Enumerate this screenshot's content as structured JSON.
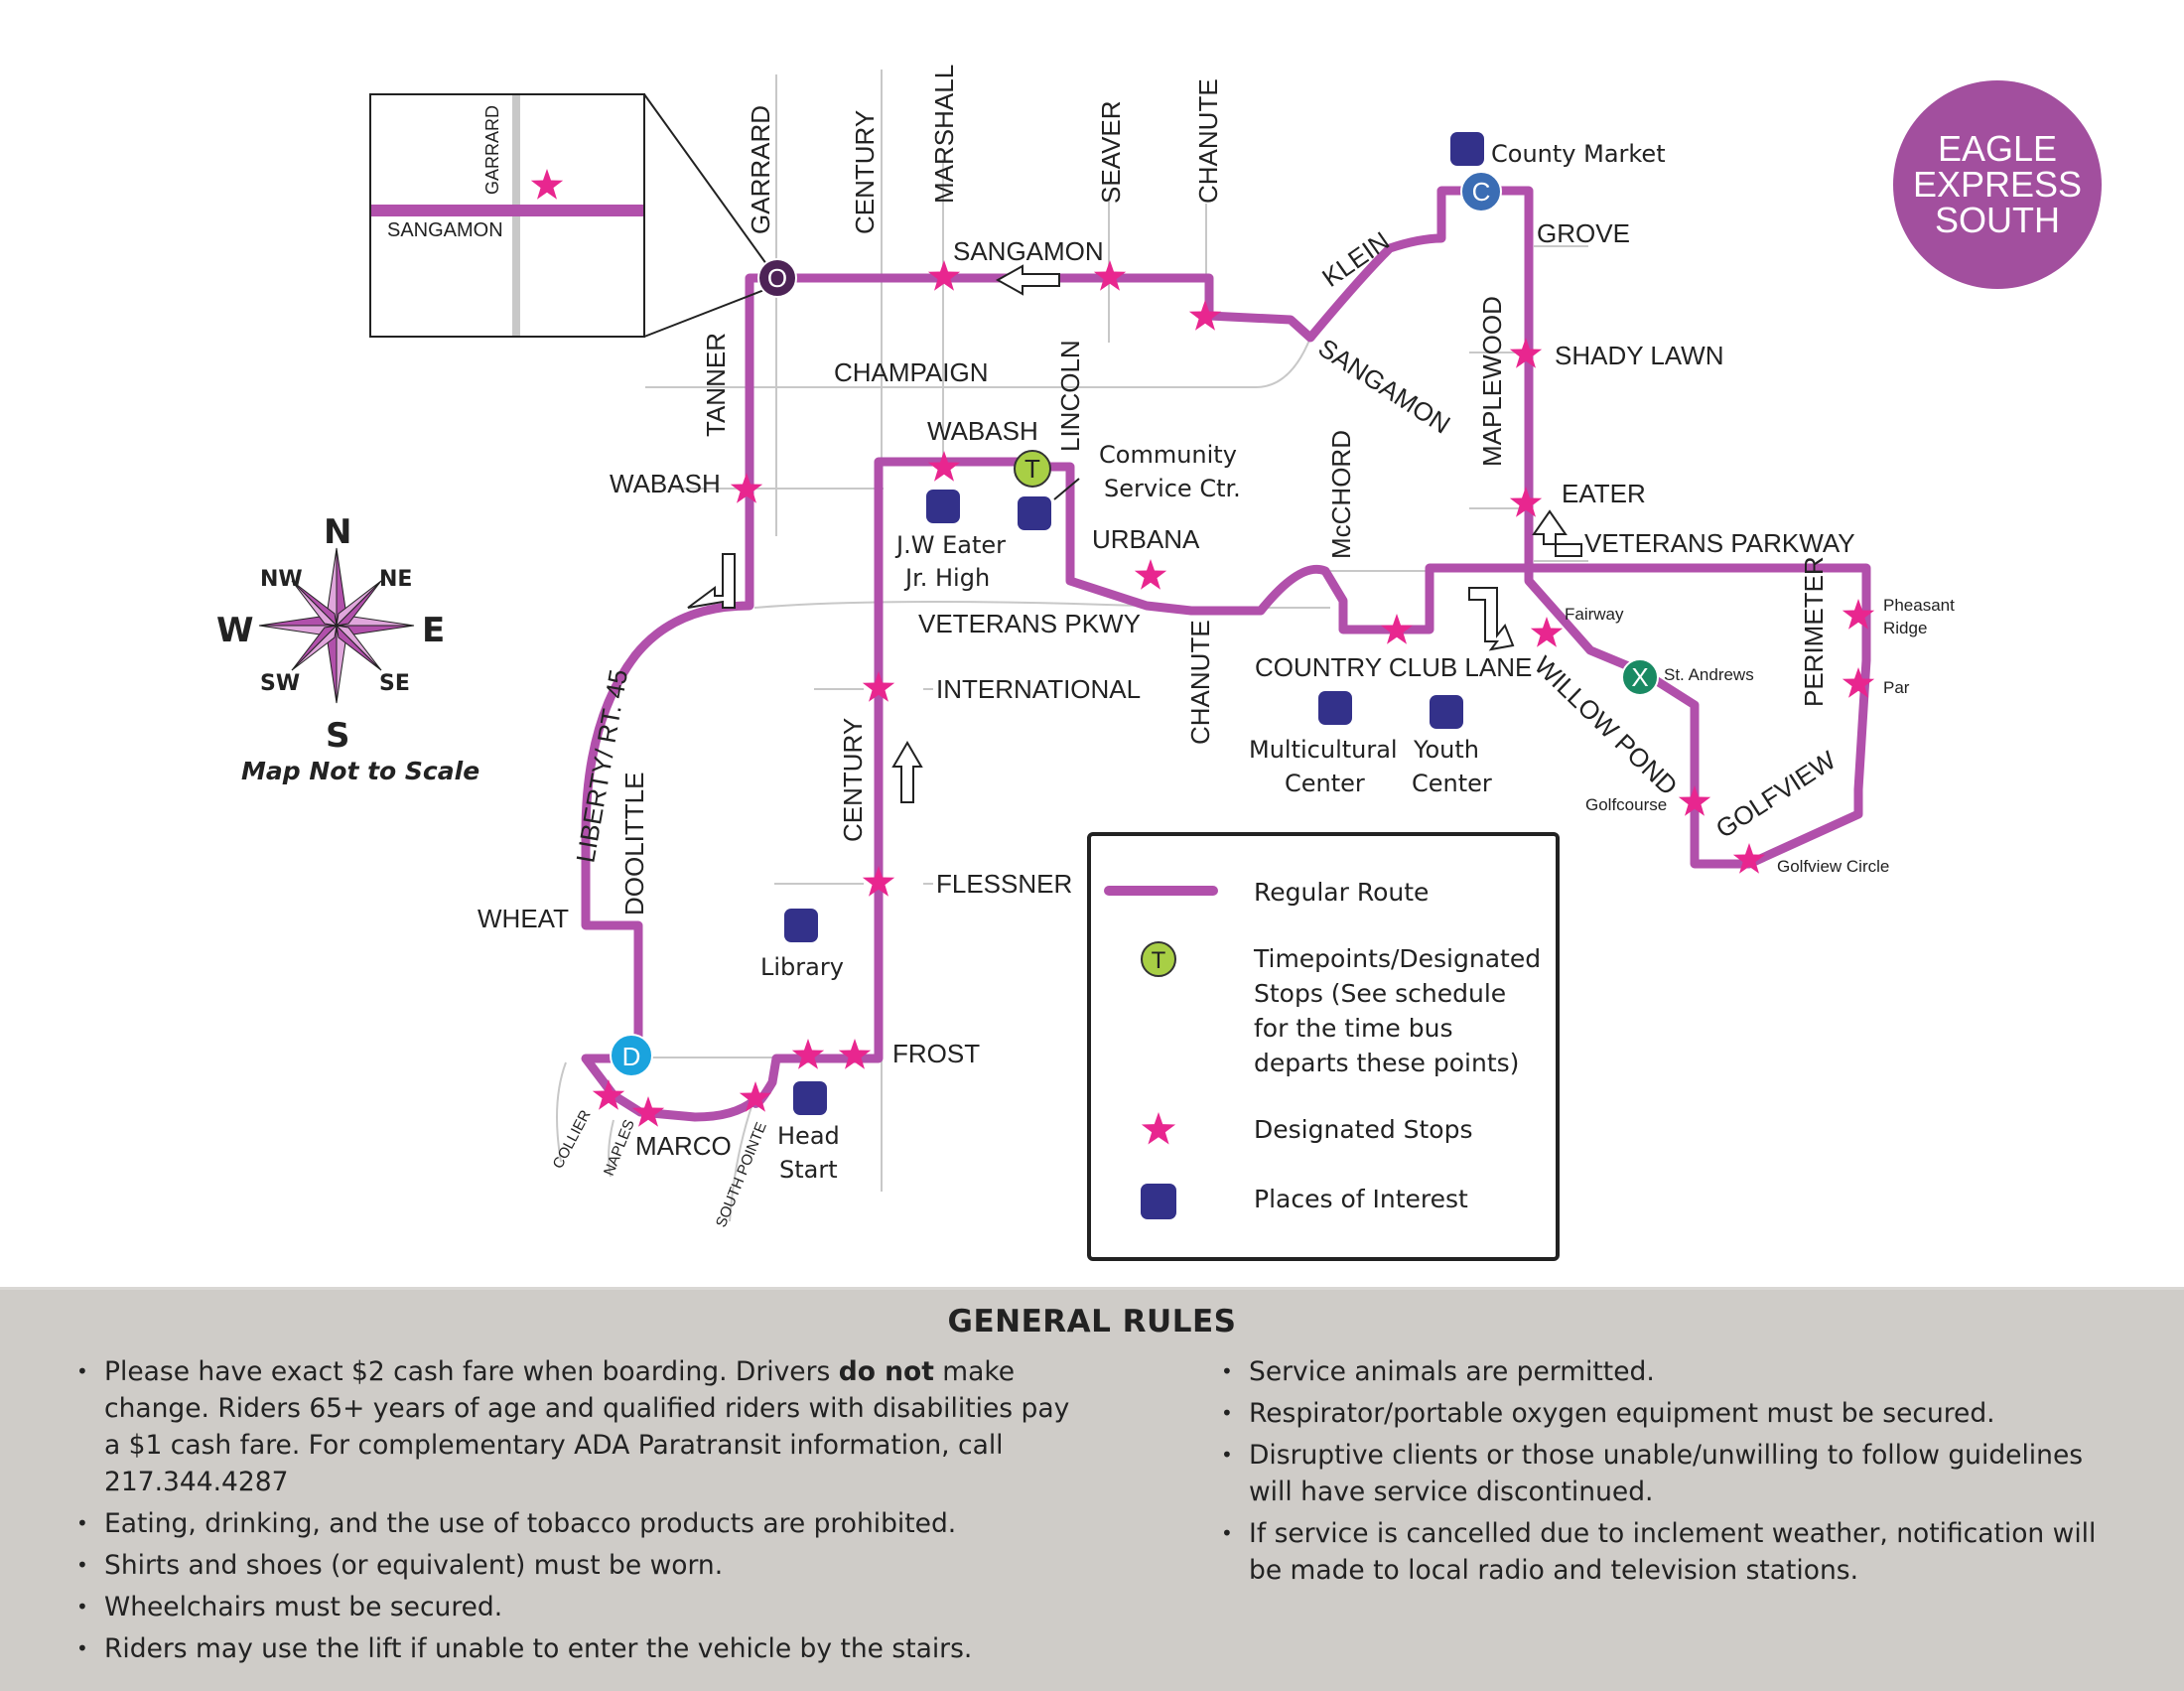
{
  "badge": {
    "line1": "EAGLE",
    "line2": "EXPRESS",
    "line3": "SOUTH",
    "color": "#a24f9e"
  },
  "compass": {
    "n": "N",
    "s": "S",
    "e": "E",
    "w": "W",
    "nw": "NW",
    "ne": "NE",
    "sw": "SW",
    "se": "SE",
    "note": "Map Not to Scale"
  },
  "inset": {
    "garrard": "GARRARD",
    "sangamon": "SANGAMON"
  },
  "streets": {
    "garrard": "GARRARD",
    "century_top": "CENTURY",
    "marshall": "MARSHALL",
    "seaver": "SEAVER",
    "chanute_top": "CHANUTE",
    "sangamon_top": "SANGAMON",
    "klein": "KLEIN",
    "grove": "GROVE",
    "sangamon_diag": "SANGAMON",
    "champaign": "CHAMPAIGN",
    "tanner": "TANNER",
    "wabash_w": "WABASH",
    "wabash_c": "WABASH",
    "lincoln": "LINCOLN",
    "maplewood": "MAPLEWOOD",
    "shady_lawn": "SHADY LAWN",
    "eater": "EATER",
    "veterans_parkway": "VETERANS PARKWAY",
    "urbana": "URBANA",
    "mcchord": "McCHORD",
    "veterans_pkwy": "VETERANS PKWY",
    "international": "INTERNATIONAL",
    "chanute_mid": "CHANUTE",
    "country_club": "COUNTRY CLUB LANE",
    "willow_pond": "WILLOW POND",
    "perimeter": "PERIMETER",
    "golfview": "GOLFVIEW",
    "liberty": "LIBERTY/ RT. 45",
    "doolittle": "DOOLITTLE",
    "century_mid": "CENTURY",
    "flessner": "FLESSNER",
    "wheat": "WHEAT",
    "frost": "FROST",
    "marco": "MARCO",
    "collier": "COLLIER",
    "naples": "NAPLES",
    "south_pointe": "SOUTH POINTE"
  },
  "stop_labels": {
    "fairway": "Fairway",
    "st_andrews": "St. Andrews",
    "pheasant_1": "Pheasant",
    "pheasant_2": "Ridge",
    "par": "Par",
    "golfcourse": "Golfcourse",
    "golfview_circle": "Golfview Circle"
  },
  "places": {
    "county_market": "County Market",
    "community_1": "Community",
    "community_2": "Service Ctr.",
    "jw_1": "J.W Eater",
    "jw_2": "Jr. High",
    "multicultural_1": "Multicultural",
    "multicultural_2": "Center",
    "youth_1": "Youth",
    "youth_2": "Center",
    "library": "Library",
    "head_1": "Head",
    "head_2": "Start"
  },
  "timepoints": {
    "o": "O",
    "c": "C",
    "t": "T",
    "x": "X",
    "d": "D"
  },
  "legend": {
    "route": "Regular Route",
    "tp_1": "Timepoints/Designated",
    "tp_2": "Stops (See schedule",
    "tp_3": "for the time bus",
    "tp_4": "departs these points)",
    "stops": "Designated Stops",
    "places": "Places of  Interest"
  },
  "colors": {
    "route": "#b150ab",
    "star": "#e8268f",
    "place": "#33318a",
    "timepoint_t": "#a8cf45",
    "timepoint_x": "#1a8a63",
    "timepoint_c": "#3b6db4",
    "timepoint_d": "#1aa3de",
    "timepoint_o": "#4d2356"
  },
  "rules": {
    "title": "GENERAL RULES",
    "left": [
      {
        "before": "Please have exact $2 cash fare when boarding. Drivers ",
        "bold": "do not",
        "after": " make change. Riders 65+ years of age and qualified riders with disabilities pay a $1 cash fare. For complementary ADA Paratransit information, call 217.344.4287"
      },
      {
        "before": "Eating, drinking, and the use of tobacco products are prohibited.",
        "bold": "",
        "after": ""
      },
      {
        "before": "Shirts and shoes (or equivalent) must be worn.",
        "bold": "",
        "after": ""
      },
      {
        "before": "Wheelchairs must be secured.",
        "bold": "",
        "after": ""
      },
      {
        "before": "Riders may use the lift if unable to enter the vehicle by the stairs.",
        "bold": "",
        "after": ""
      }
    ],
    "right": [
      {
        "before": "Service animals are permitted.",
        "bold": "",
        "after": ""
      },
      {
        "before": "Respirator/portable oxygen equipment must be secured.",
        "bold": "",
        "after": ""
      },
      {
        "before": "Disruptive clients or those unable/unwilling to follow guidelines will have service discontinued.",
        "bold": "",
        "after": ""
      },
      {
        "before": "If service is cancelled due to inclement weather, notification will be made to local radio and television stations.",
        "bold": "",
        "after": ""
      }
    ]
  }
}
